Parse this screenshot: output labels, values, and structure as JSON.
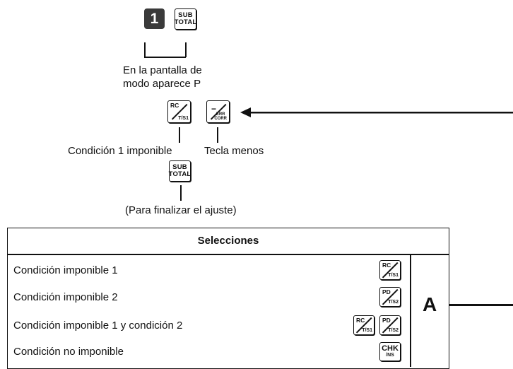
{
  "steps": {
    "key_one": "1",
    "subtotal_key": {
      "line1": "SUB",
      "line2": "TOTAL"
    },
    "mode_text_line1": "En la pantalla de",
    "mode_text_line2": "modo aparece P",
    "rc_key": {
      "top": "RC",
      "bottom": "T/S1"
    },
    "minus_key": {
      "top": "−",
      "line1": "ERR",
      "line2": "CORR"
    },
    "label_condition": "Condición 1 imponible",
    "label_minus": "Tecla menos",
    "subtotal_key_2": {
      "line1": "SUB",
      "line2": "TOTAL"
    },
    "finish_text": "(Para finalizar el ajuste)"
  },
  "table": {
    "header": "Selecciones",
    "rows": [
      {
        "label": "Condición imponible 1"
      },
      {
        "label": "Condición imponible 2"
      },
      {
        "label": "Condición imponible 1 y condición 2"
      },
      {
        "label": "Condición no imponible"
      }
    ],
    "keys": {
      "rc": {
        "top": "RC",
        "bottom": "T/S1"
      },
      "pd": {
        "top": "PD",
        "bottom": "T/S2"
      },
      "chk": {
        "top": "CHK",
        "bottom": "/NS"
      }
    },
    "marker": "A"
  }
}
